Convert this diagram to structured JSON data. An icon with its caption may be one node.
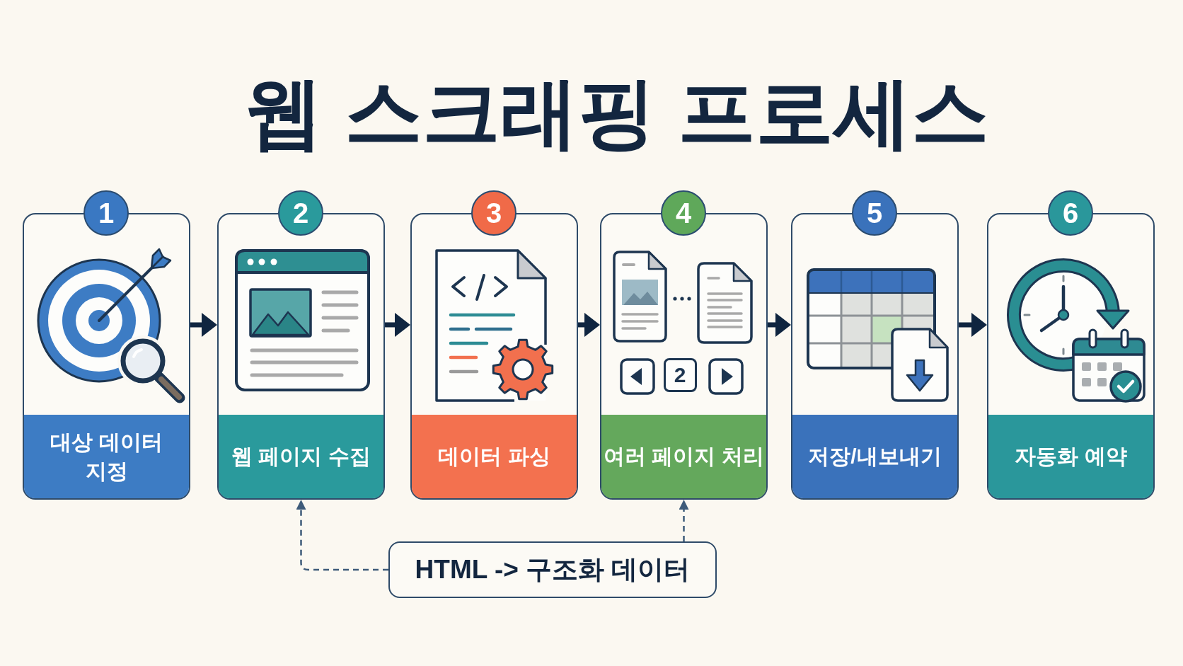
{
  "diagram": {
    "title": "웹 스크래핑 프로세스",
    "nodes": [
      {
        "text": [
          "1",
          "대상 데이터 지정"
        ]
      },
      {
        "text": [
          "2",
          "웹 페이지 수집"
        ]
      },
      {
        "text": [
          "3",
          "데이터 파싱"
        ]
      },
      {
        "text": [
          "4",
          "여러 페이지 처리"
        ]
      },
      {
        "text": [
          "5",
          "저장/내보내기"
        ]
      },
      {
        "text": [
          "6",
          "자동화 예약"
        ]
      },
      {
        "text": [
          "HTML -> 구조화 데이터"
        ]
      }
    ],
    "edges": [
      {
        "from": 0,
        "to": 1,
        "arrow": "to"
      },
      {
        "from": 1,
        "to": 2,
        "arrow": "to"
      },
      {
        "from": 2,
        "to": 3,
        "arrow": "to"
      },
      {
        "from": 3,
        "to": 4,
        "arrow": "to"
      },
      {
        "from": 4,
        "to": 5,
        "arrow": "to"
      },
      {
        "from": 6,
        "to": 1,
        "arrow": "to",
        "style": "dashed",
        "color": "#3e5b7a"
      },
      {
        "from": 6,
        "to": 3,
        "arrow": "to",
        "style": "dashed",
        "color": "#3e5b7a"
      }
    ],
    "labels": [
      "2"
    ]
  }
}
